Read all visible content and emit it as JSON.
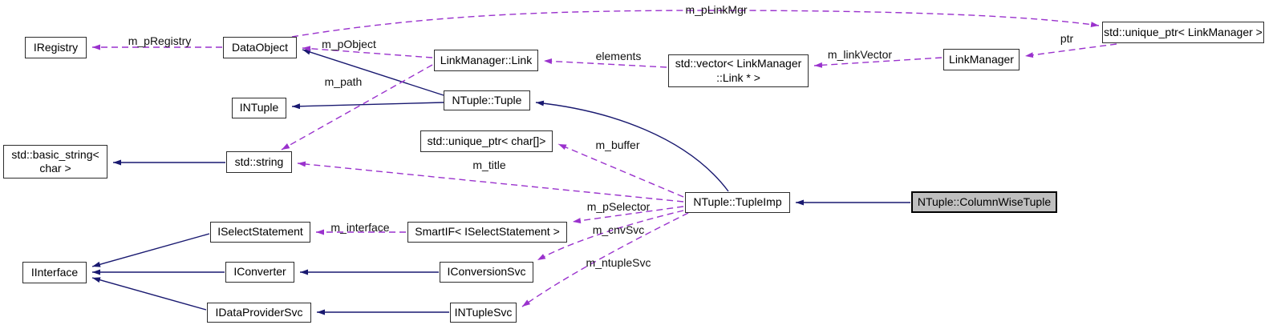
{
  "colors": {
    "inheritance_edge": "#191970",
    "usage_edge": "#9a32cd",
    "node_border": "#2d2d2d",
    "current_node_fill": "#bfbfbf",
    "background": "#ffffff"
  },
  "nodes": {
    "iregistry": {
      "label": "IRegistry"
    },
    "dataobject": {
      "label": "DataObject"
    },
    "linkmanager_link": {
      "label": "LinkManager::Link"
    },
    "vector_linkmanager_link": {
      "label": "std::vector< LinkManager\n::Link * >"
    },
    "linkmanager": {
      "label": "LinkManager"
    },
    "unique_ptr_linkmanager": {
      "label": "std::unique_ptr< LinkManager >"
    },
    "intuple": {
      "label": "INTuple"
    },
    "ntuple_tuple": {
      "label": "NTuple::Tuple"
    },
    "basic_string_char": {
      "label": "std::basic_string<\nchar >"
    },
    "std_string": {
      "label": "std::string"
    },
    "unique_ptr_char": {
      "label": "std::unique_ptr< char[]>"
    },
    "ntuple_tupleimp": {
      "label": "NTuple::TupleImp"
    },
    "ntuple_columnwisetuple": {
      "label": "NTuple::ColumnWiseTuple"
    },
    "iselectstatement": {
      "label": "ISelectStatement"
    },
    "smartif_iselectstatement": {
      "label": "SmartIF< ISelectStatement >"
    },
    "iinterface": {
      "label": "IInterface"
    },
    "iconverter": {
      "label": "IConverter"
    },
    "iconversionsvc": {
      "label": "IConversionSvc"
    },
    "idataprovidersvc": {
      "label": "IDataProviderSvc"
    },
    "intuplesvc": {
      "label": "INTupleSvc"
    }
  },
  "edge_labels": {
    "m_pRegistry": "m_pRegistry",
    "m_pLinkMgr": "m_pLinkMgr",
    "m_pObject": "m_pObject",
    "m_path": "m_path",
    "elements": "elements",
    "m_linkVector": "m_linkVector",
    "ptr": "ptr",
    "m_buffer": "m_buffer",
    "m_title": "m_title",
    "m_pSelector": "m_pSelector",
    "m_cnvSvc": "m_cnvSvc",
    "m_ntupleSvc": "m_ntupleSvc",
    "m_interface": "m_interface"
  },
  "edges": [
    {
      "from": "DataObject",
      "to": "IRegistry",
      "label": "m_pRegistry",
      "type": "dashed-usage"
    },
    {
      "from": "DataObject",
      "to": "std::unique_ptr< LinkManager >",
      "label": "m_pLinkMgr",
      "type": "dashed-usage"
    },
    {
      "from": "LinkManager::Link",
      "to": "DataObject",
      "label": "m_pObject",
      "type": "dashed-usage"
    },
    {
      "from": "LinkManager::Link",
      "to": "std::string",
      "label": "m_path",
      "type": "dashed-usage"
    },
    {
      "from": "std::vector< LinkManager::Link * >",
      "to": "LinkManager::Link",
      "label": "elements",
      "type": "dashed-usage"
    },
    {
      "from": "LinkManager",
      "to": "std::vector< LinkManager::Link * >",
      "label": "m_linkVector",
      "type": "dashed-usage"
    },
    {
      "from": "std::unique_ptr< LinkManager >",
      "to": "LinkManager",
      "label": "ptr",
      "type": "dashed-usage"
    },
    {
      "from": "NTuple::Tuple",
      "to": "DataObject",
      "label": "",
      "type": "solid-inheritance"
    },
    {
      "from": "NTuple::Tuple",
      "to": "INTuple",
      "label": "",
      "type": "solid-inheritance"
    },
    {
      "from": "std::string",
      "to": "std::basic_string< char >",
      "label": "",
      "type": "solid-inheritance"
    },
    {
      "from": "NTuple::TupleImp",
      "to": "NTuple::Tuple",
      "label": "",
      "type": "solid-inheritance"
    },
    {
      "from": "NTuple::ColumnWiseTuple",
      "to": "NTuple::TupleImp",
      "label": "",
      "type": "solid-inheritance"
    },
    {
      "from": "NTuple::TupleImp",
      "to": "std::unique_ptr< char[]>",
      "label": "m_buffer",
      "type": "dashed-usage"
    },
    {
      "from": "NTuple::TupleImp",
      "to": "std::string",
      "label": "m_title",
      "type": "dashed-usage"
    },
    {
      "from": "NTuple::TupleImp",
      "to": "SmartIF< ISelectStatement >",
      "label": "m_pSelector",
      "type": "dashed-usage"
    },
    {
      "from": "NTuple::TupleImp",
      "to": "IConversionSvc",
      "label": "m_cnvSvc",
      "type": "dashed-usage"
    },
    {
      "from": "NTuple::TupleImp",
      "to": "INTupleSvc",
      "label": "m_ntupleSvc",
      "type": "dashed-usage"
    },
    {
      "from": "SmartIF< ISelectStatement >",
      "to": "ISelectStatement",
      "label": "m_interface",
      "type": "dashed-usage"
    },
    {
      "from": "ISelectStatement",
      "to": "IInterface",
      "label": "",
      "type": "solid-inheritance"
    },
    {
      "from": "IConverter",
      "to": "IInterface",
      "label": "",
      "type": "solid-inheritance"
    },
    {
      "from": "IDataProviderSvc",
      "to": "IInterface",
      "label": "",
      "type": "solid-inheritance"
    },
    {
      "from": "IConversionSvc",
      "to": "IConverter",
      "label": "",
      "type": "solid-inheritance"
    },
    {
      "from": "INTupleSvc",
      "to": "IDataProviderSvc",
      "label": "",
      "type": "solid-inheritance"
    }
  ]
}
